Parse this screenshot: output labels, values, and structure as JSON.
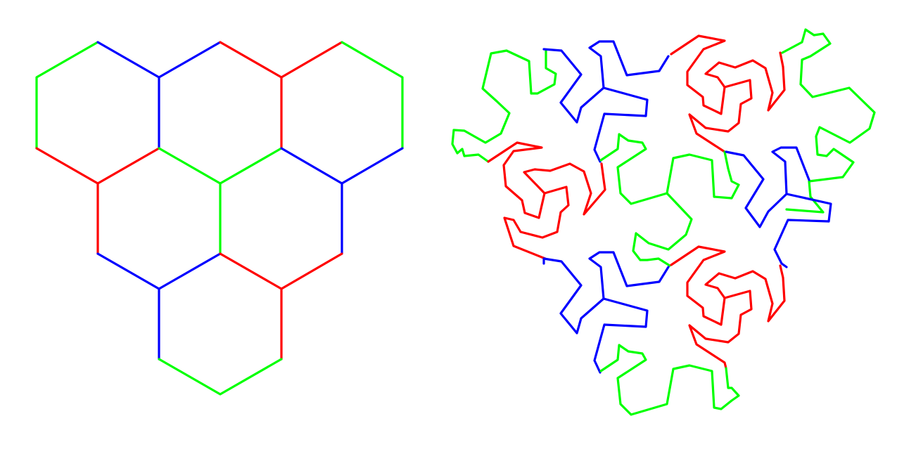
{
  "colors": {
    "red": "#ff0000",
    "green": "#00ff00",
    "blue": "#0000ff",
    "background": "#ffffff"
  },
  "figures": [
    {
      "name": "hexagon-tiling",
      "description_kind": "hexagonal-grid",
      "hexagon_count": 6,
      "edge_colors_used": [
        "red",
        "green",
        "blue"
      ]
    },
    {
      "name": "fractal-curve-tiling",
      "description_kind": "terdragon-like-curves",
      "edge_colors_used": [
        "red",
        "green",
        "blue"
      ]
    }
  ]
}
